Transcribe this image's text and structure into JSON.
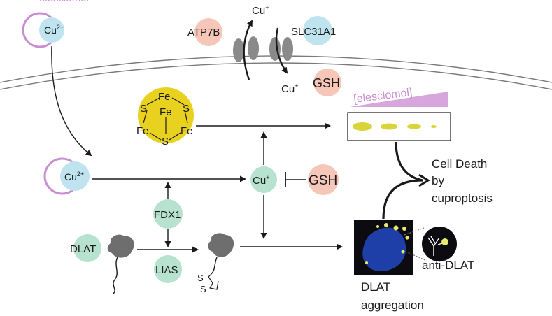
{
  "labels": {
    "elesclomol_top": "elesclomol",
    "cu2_top": "Cu",
    "cu2_top_sup": "2+",
    "atp7b": "ATP7B",
    "slc31a1": "SLC31A1",
    "cu_plus_out": "Cu",
    "cu_plus_out_sup": "+",
    "cu_plus_in": "Cu",
    "cu_plus_in_sup": "+",
    "gsh_top": "GSH",
    "cluster_fe_top": "Fe",
    "cluster_s_left": "S",
    "cluster_fe_center": "Fe",
    "cluster_s_right": "S",
    "cluster_fe_left": "Fe",
    "cluster_fe_right": "Fe",
    "cluster_s_bottom": "S",
    "elesclomol_gradient": "[elesclomol]",
    "cu2_mid": "Cu",
    "cu2_mid_sup": "2+",
    "cu_center": "Cu",
    "cu_center_sup": "+",
    "gsh_mid": "GSH",
    "fdx1": "FDX1",
    "dlat": "DLAT",
    "lias": "LIAS",
    "lipoyl_s1": "S",
    "lipoyl_s2": "S",
    "cell_death_line1": "Cell Death",
    "cell_death_line2": "by",
    "cell_death_line3": "cuproptosis",
    "anti_dlat": "anti-DLAT",
    "dlat_agg_line1": "DLAT",
    "dlat_agg_line2": "aggregation"
  },
  "colors": {
    "cu_circle": "#bfe3ef",
    "cu_ring": "#c98ed1",
    "elesclomol_text": "#c98ed1",
    "atp7b": "#f6c6b8",
    "slc31a1": "#bfe3ef",
    "gsh": "#f6c6b8",
    "enzyme_green": "#b7e2cf",
    "iron_sulfur": "#e8d21f",
    "protein_gray": "#6e6e6e",
    "band_yellow": "#d9d43a",
    "gradient_purple": "#d6a6dc",
    "aggregate_blue": "#1f3fa8",
    "membrane_line": "#7a7a7a"
  }
}
